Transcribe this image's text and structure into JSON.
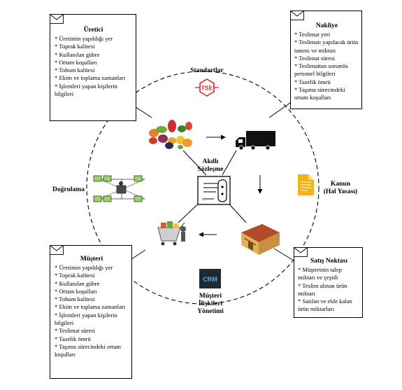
{
  "boxes": {
    "uretici": {
      "title": "Üretici",
      "items": [
        "* Üretimin yapıldığı yer",
        "* Toprak kalitesi",
        "* Kullanılan gübre",
        "* Ortam koşulları",
        "* Tohum kalitesi",
        "* Ekim ve toplama zamanları",
        "* İşlemleri yapan kişilerin bilgileri"
      ]
    },
    "nakliye": {
      "title": "Nakliye",
      "items": [
        "* Teslimat yeri",
        "* Teslimatı yapılacak ürün tanımı ve miktarı",
        "* Teslimat süresi",
        "* Teslimattan sorumlu personel bilgileri",
        "* Tazelik ömrü",
        "* Taşıma sürecindeki ortam koşulları"
      ]
    },
    "musteri": {
      "title": "Müşteri",
      "items": [
        "* Üretimin yapıldığı yer",
        "* Toprak kalitesi",
        "* Kullanılan gübre",
        "* Ortam koşulları",
        "* Tohum kalitesi",
        "* Ekim ve toplama zamanları",
        "* İşlemleri yapan kişilerin bilgileri",
        "* Teslimat süresi",
        "* Tazelik ömrü",
        "* Taşıma sürecindeki ortam koşulları"
      ]
    },
    "satis": {
      "title": "Satış Noktası",
      "items": [
        "* Müşterinin talep miktarı ve çeşidi",
        "* Teslim alınan ürün miktarı",
        "* Satılan ve elde kalan ürün miktarları"
      ]
    }
  },
  "labels": {
    "standartlar": "Standartlar",
    "tse": "TSE",
    "akilli_line1": "Akıllı",
    "akilli_line2": "Sözleşme",
    "kanun_line1": "Kanun",
    "kanun_line2": "(Hal Yasası)",
    "dogrulama": "Doğrulama",
    "crm": "CRM",
    "crm_line1": "Müşteri",
    "crm_line2": "İlişkileri",
    "crm_line3": "Yönetimi"
  },
  "colors": {
    "tse_red": "#d9232e",
    "doc_yellow": "#f4b21a",
    "crm_bg": "#1e2a33",
    "crm_text": "#4fb3e8",
    "truck": "#111111"
  },
  "icons": {
    "envelope": "envelope-icon",
    "produce": "produce-icon",
    "truck": "truck-icon",
    "store": "store-icon",
    "cart": "shopping-cart-icon",
    "network": "network-verification-icon",
    "contract": "smart-contract-icon",
    "document": "law-document-icon"
  }
}
